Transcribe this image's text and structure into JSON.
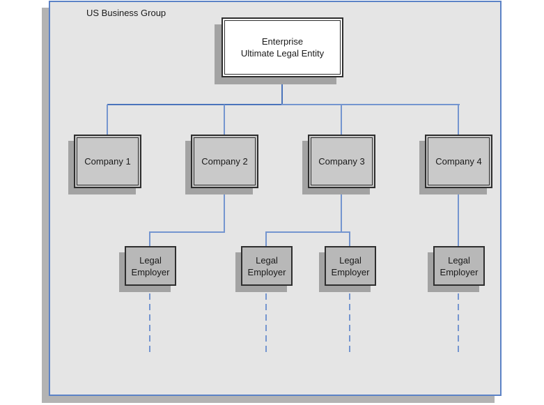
{
  "colors": {
    "page-bg": "#ffffff",
    "panel-bg": "#e5e5e5",
    "panel-border": "#5b82c6",
    "panel-shadow": "#b3b3b3",
    "box-fill": "#c9c9c9",
    "employer-fill": "#b8b8b8",
    "root-fill": "#ffffff",
    "border-dark": "#2e2e2e",
    "line-blue": "#7495cf",
    "stem-blue": "#4a74bb",
    "box-shadow-gray": "#a3a3a3",
    "text-color": "#1a1a1a"
  },
  "diagram": {
    "group_label": "US Business Group",
    "root_entity": {
      "line1": "Enterprise",
      "line2": "Ultimate Legal Entity"
    },
    "companies": [
      {
        "label": "Company 1"
      },
      {
        "label": "Company 2"
      },
      {
        "label": "Company 3"
      },
      {
        "label": "Company 4"
      }
    ],
    "legal_employers": [
      {
        "line1": "Legal",
        "line2": "Employer"
      },
      {
        "line1": "Legal",
        "line2": "Employer"
      },
      {
        "line1": "Legal",
        "line2": "Employer"
      },
      {
        "line1": "Legal",
        "line2": "Employer"
      }
    ]
  }
}
